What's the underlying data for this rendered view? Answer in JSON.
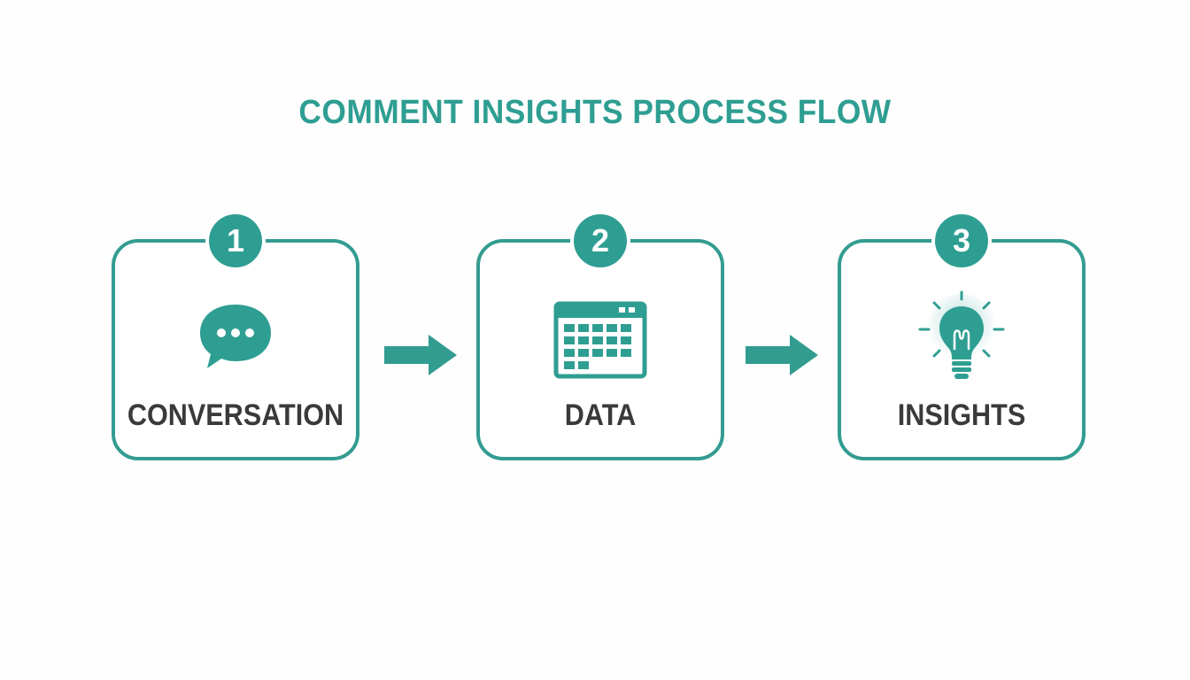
{
  "title": "COMMENT INSIGHTS PROCESS FLOW",
  "colors": {
    "accent": "#2f9e92",
    "border": "#339c91",
    "label_text": "#3a3a3a",
    "background": "#fefefe"
  },
  "steps": [
    {
      "number": "1",
      "label": "CONVERSATION",
      "icon": "chat-bubble-icon"
    },
    {
      "number": "2",
      "label": "DATA",
      "icon": "spreadsheet-icon"
    },
    {
      "number": "3",
      "label": "INSIGHTS",
      "icon": "lightbulb-icon"
    }
  ],
  "connectors": [
    {
      "icon": "arrow-right-icon"
    },
    {
      "icon": "arrow-right-icon"
    }
  ]
}
